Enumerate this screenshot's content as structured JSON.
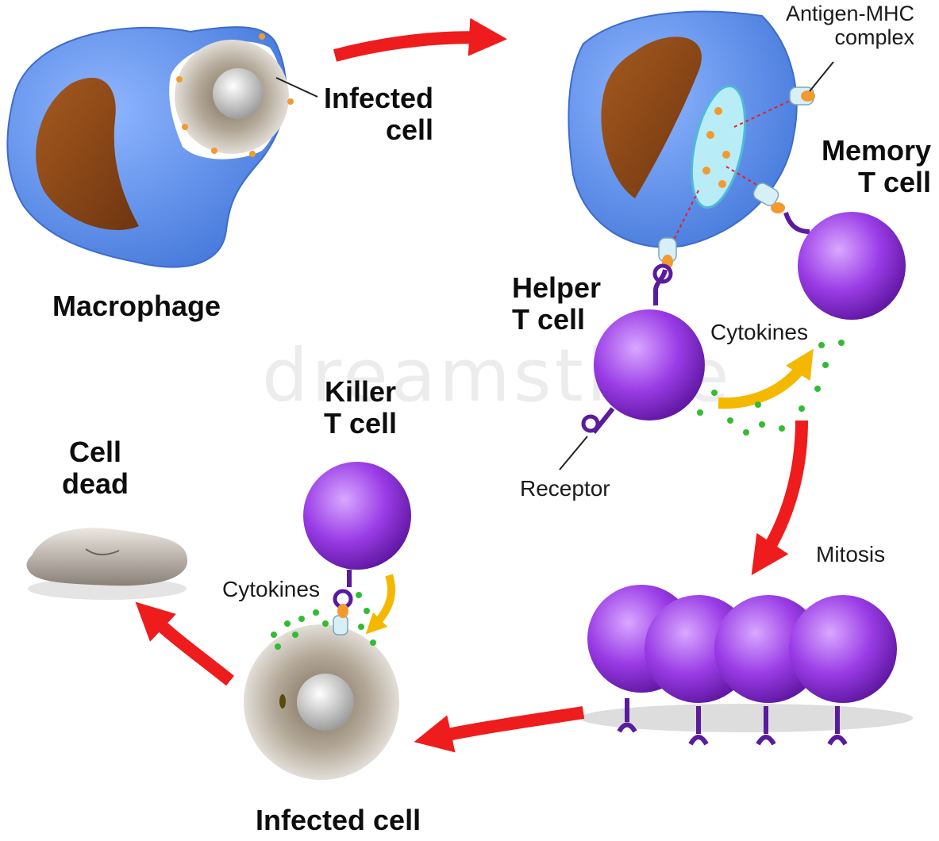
{
  "labels": {
    "antigen_mhc": "Antigen-MHC\ncomplex",
    "infected_cell_top": "Infected\ncell",
    "macrophage": "Macrophage",
    "memory_t_cell": "Memory\nT cell",
    "helper_t_cell": "Helper\nT cell",
    "cytokines_right": "Cytokines",
    "receptor": "Receptor",
    "killer_t_cell": "Killer\nT cell",
    "cell_dead": "Cell\ndead",
    "cytokines_left": "Cytokines",
    "mitosis": "Mitosis",
    "infected_cell_bottom": "Infected cell"
  },
  "watermark": "dreamstime",
  "colors": {
    "macrophage_body": "#5b8fe8",
    "nucleus": "#8b4513",
    "t_cell": "#9a3ce6",
    "arrow": "#ee1c1c",
    "cytokine_arrow": "#f5b800",
    "cytokine_dot": "#33bb33",
    "infected_cell": "#d8d4cf",
    "dead_cell": "#a39b93"
  }
}
